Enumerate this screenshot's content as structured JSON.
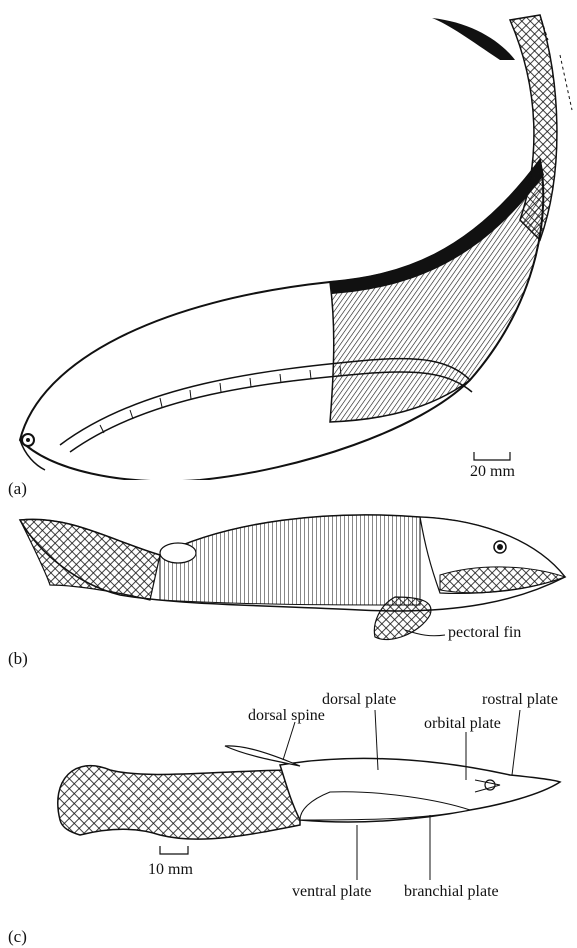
{
  "panels": [
    {
      "letter": "(a)",
      "scale_bar": "20 mm"
    },
    {
      "letter": "(b)",
      "labels": {
        "pectoral_fin": "pectoral fin"
      }
    },
    {
      "letter": "(c)",
      "scale_bar": "10 mm",
      "labels": {
        "dorsal_spine": "dorsal spine",
        "dorsal_plate": "dorsal plate",
        "orbital_plate": "orbital plate",
        "rostral_plate": "rostral plate",
        "ventral_plate": "ventral plate",
        "branchial_plate": "branchial plate"
      }
    }
  ]
}
